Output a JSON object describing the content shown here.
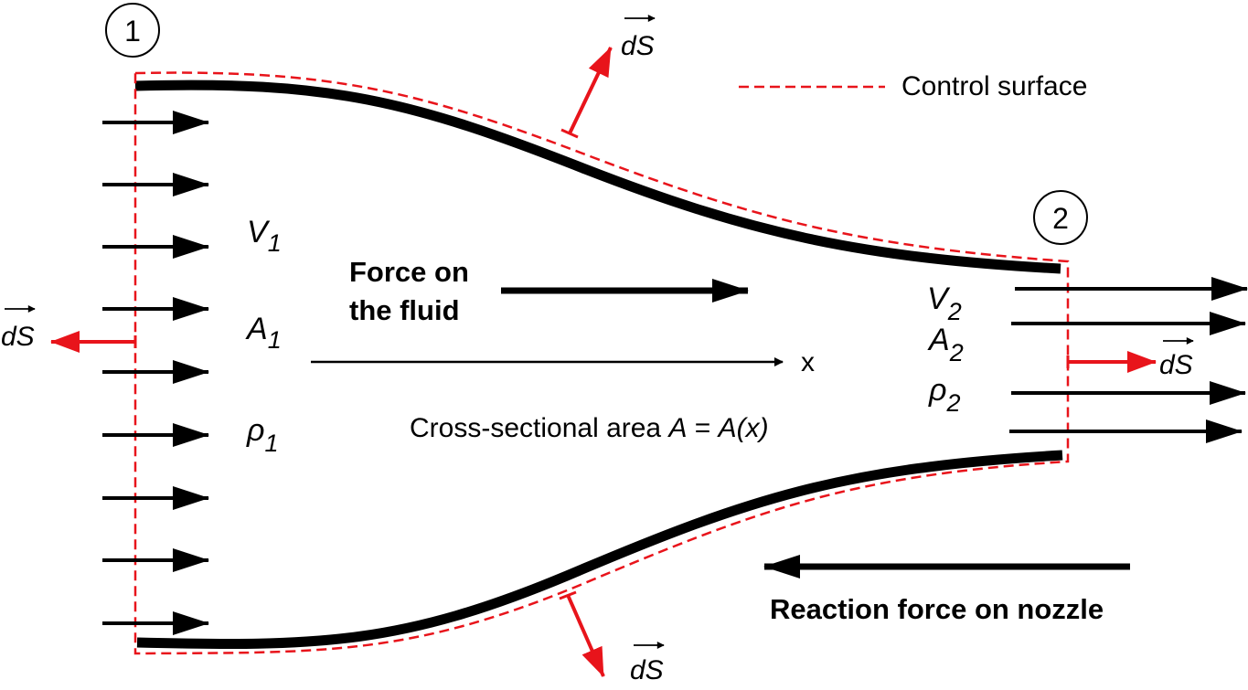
{
  "colors": {
    "wall": "#000000",
    "control_surface": "#e8141b",
    "arrow": "#000000",
    "normal_vector": "#e8141b"
  },
  "station_1": {
    "id": "1",
    "velocity_label": "V",
    "velocity_sub": "1",
    "area_label": "A",
    "area_sub": "1",
    "density_label": "ρ",
    "density_sub": "1"
  },
  "station_2": {
    "id": "2",
    "velocity_label": "V",
    "velocity_sub": "2",
    "area_label": "A",
    "area_sub": "2",
    "density_label": "ρ",
    "density_sub": "2"
  },
  "legend": {
    "label": "Control surface"
  },
  "labels": {
    "force_line1": "Force on",
    "force_line2": "the fluid",
    "axis": "x",
    "area_text": "Cross-sectional area ",
    "area_var": "A",
    "area_eq": " = ",
    "area_fn": "A(x)",
    "reaction": "Reaction force on nozzle",
    "dS": "dS"
  },
  "icons": {
    "vector_symbol": "over-arrow-icon",
    "station_marker": "circle-icon"
  }
}
